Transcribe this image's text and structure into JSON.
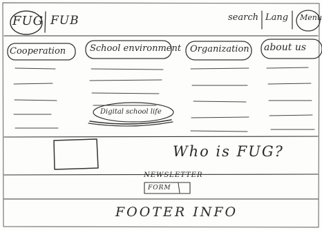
{
  "header": {
    "logo_primary": "FUG",
    "logo_secondary": "FUB",
    "nav": {
      "search": "search",
      "lang": "Lang",
      "menu": "Menu"
    }
  },
  "categories": [
    {
      "label": "Cooperation"
    },
    {
      "label": "School environment"
    },
    {
      "label": "Organization"
    },
    {
      "label": "about us"
    }
  ],
  "featured_link": "Digital school life",
  "about": {
    "heading": "Who is FUG?"
  },
  "newsletter": {
    "title": "NEWSLETTER",
    "form_label": "FORM"
  },
  "footer": {
    "text": "FOOTER INFO"
  }
}
